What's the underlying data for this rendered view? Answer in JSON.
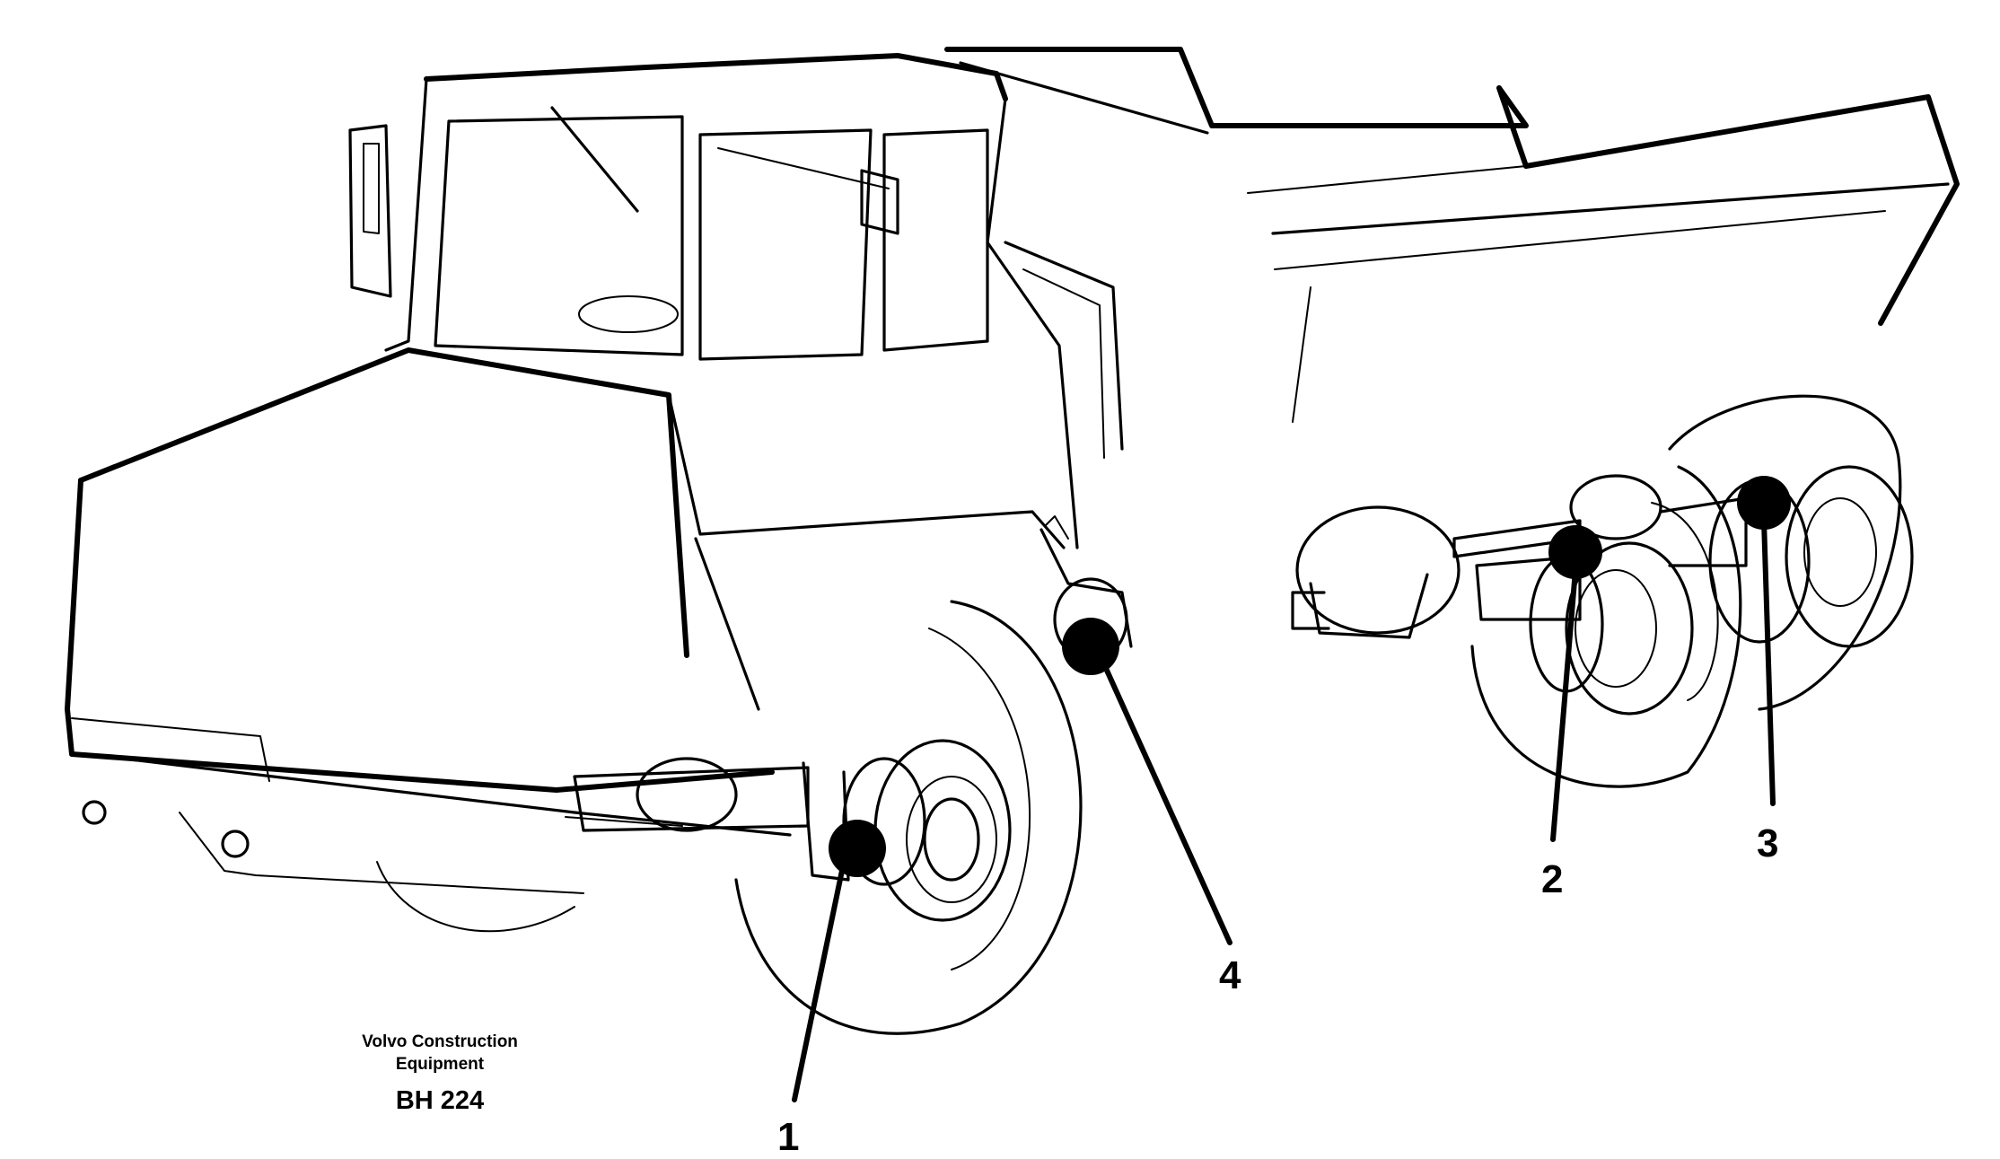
{
  "caption": {
    "company": "Volvo Construction\nEquipment",
    "code": "BH 224"
  },
  "callouts": [
    {
      "id": "1",
      "label": "1"
    },
    {
      "id": "2",
      "label": "2"
    },
    {
      "id": "3",
      "label": "3"
    },
    {
      "id": "4",
      "label": "4"
    }
  ]
}
